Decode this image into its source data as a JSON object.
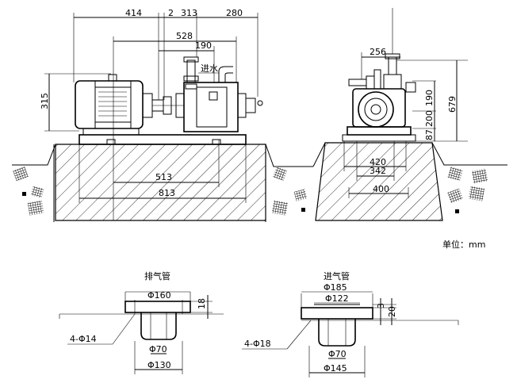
{
  "labels": {
    "water_inlet": "进水",
    "unit": "单位：mm",
    "exhaust_pipe": "排气管",
    "intake_pipe": "进气管"
  },
  "side_view": {
    "d414": "414",
    "d2": "2",
    "d313": "313",
    "d280": "280",
    "d528": "528",
    "d190": "190",
    "d315": "315",
    "d513": "513",
    "d813": "813"
  },
  "end_view": {
    "d256": "256",
    "d190": "190",
    "d200": "200",
    "d87": "87",
    "d679": "679",
    "d420": "420",
    "d342": "342",
    "d400": "400"
  },
  "exhaust_flange": {
    "phi160": "Φ160",
    "d18": "18",
    "holes": "4-Φ14",
    "phi70": "Φ70",
    "phi130": "Φ130"
  },
  "intake_flange": {
    "phi185": "Φ185",
    "phi122": "Φ122",
    "d3": "3",
    "d20": "20",
    "holes": "4-Φ18",
    "phi70": "Φ70",
    "phi145": "Φ145"
  }
}
